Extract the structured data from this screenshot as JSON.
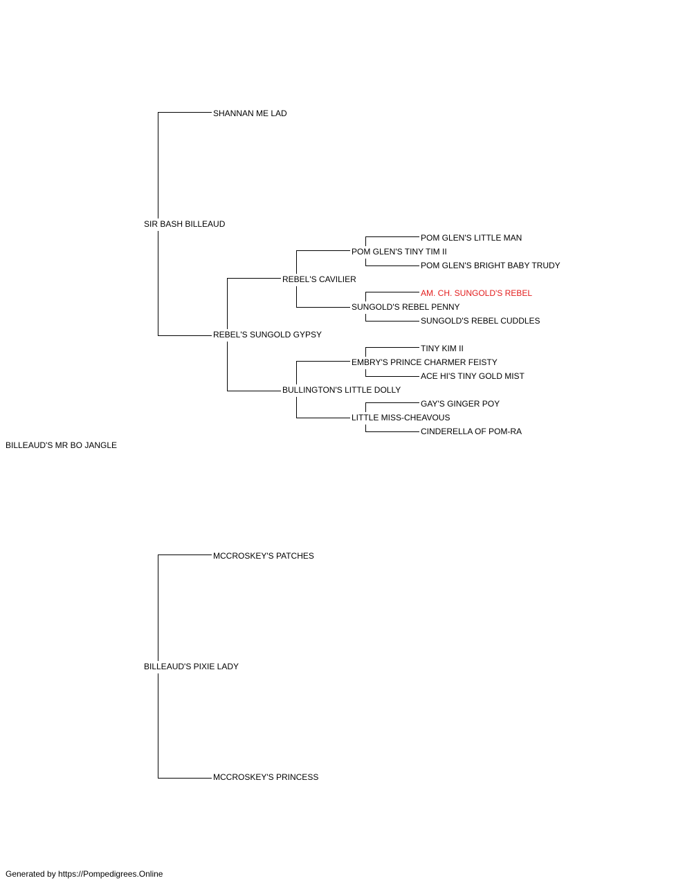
{
  "pedigree": {
    "subject": {
      "name": "BILLEAUD'S MR BO JANGLE"
    },
    "sire": {
      "name": "SIR BASH BILLEAUD",
      "sire": {
        "name": "SHANNAN ME LAD"
      },
      "dam": {
        "name": "REBEL'S SUNGOLD GYPSY",
        "sire": {
          "name": "REBEL'S CAVILIER",
          "sire": {
            "name": "POM GLEN'S TINY TIM II",
            "sire": {
              "name": "POM GLEN'S LITTLE MAN"
            },
            "dam": {
              "name": "POM GLEN'S BRIGHT BABY TRUDY"
            }
          },
          "dam": {
            "name": "SUNGOLD'S REBEL PENNY",
            "sire": {
              "name": "AM. CH. SUNGOLD'S REBEL",
              "highlight_color": "#e31c1c"
            },
            "dam": {
              "name": "SUNGOLD'S REBEL CUDDLES"
            }
          }
        },
        "dam": {
          "name": "BULLINGTON'S LITTLE DOLLY",
          "sire": {
            "name": "EMBRY'S PRINCE CHARMER FEISTY",
            "sire": {
              "name": "TINY KIM II"
            },
            "dam": {
              "name": "ACE HI'S TINY GOLD MIST"
            }
          },
          "dam": {
            "name": "LITTLE MISS-CHEAVOUS",
            "sire": {
              "name": "GAY'S GINGER POY"
            },
            "dam": {
              "name": "CINDERELLA OF POM-RA"
            }
          }
        }
      }
    },
    "dam": {
      "name": "BILLEAUD'S PIXIE LADY",
      "sire": {
        "name": "MCCROSKEY'S PATCHES"
      },
      "dam": {
        "name": "MCCROSKEY'S PRINCESS"
      }
    }
  },
  "footer": {
    "text": "Generated by https://Pompedigrees.Online"
  },
  "colors": {
    "line": "#000000",
    "text": "#000000",
    "highlight": "#e31c1c"
  }
}
